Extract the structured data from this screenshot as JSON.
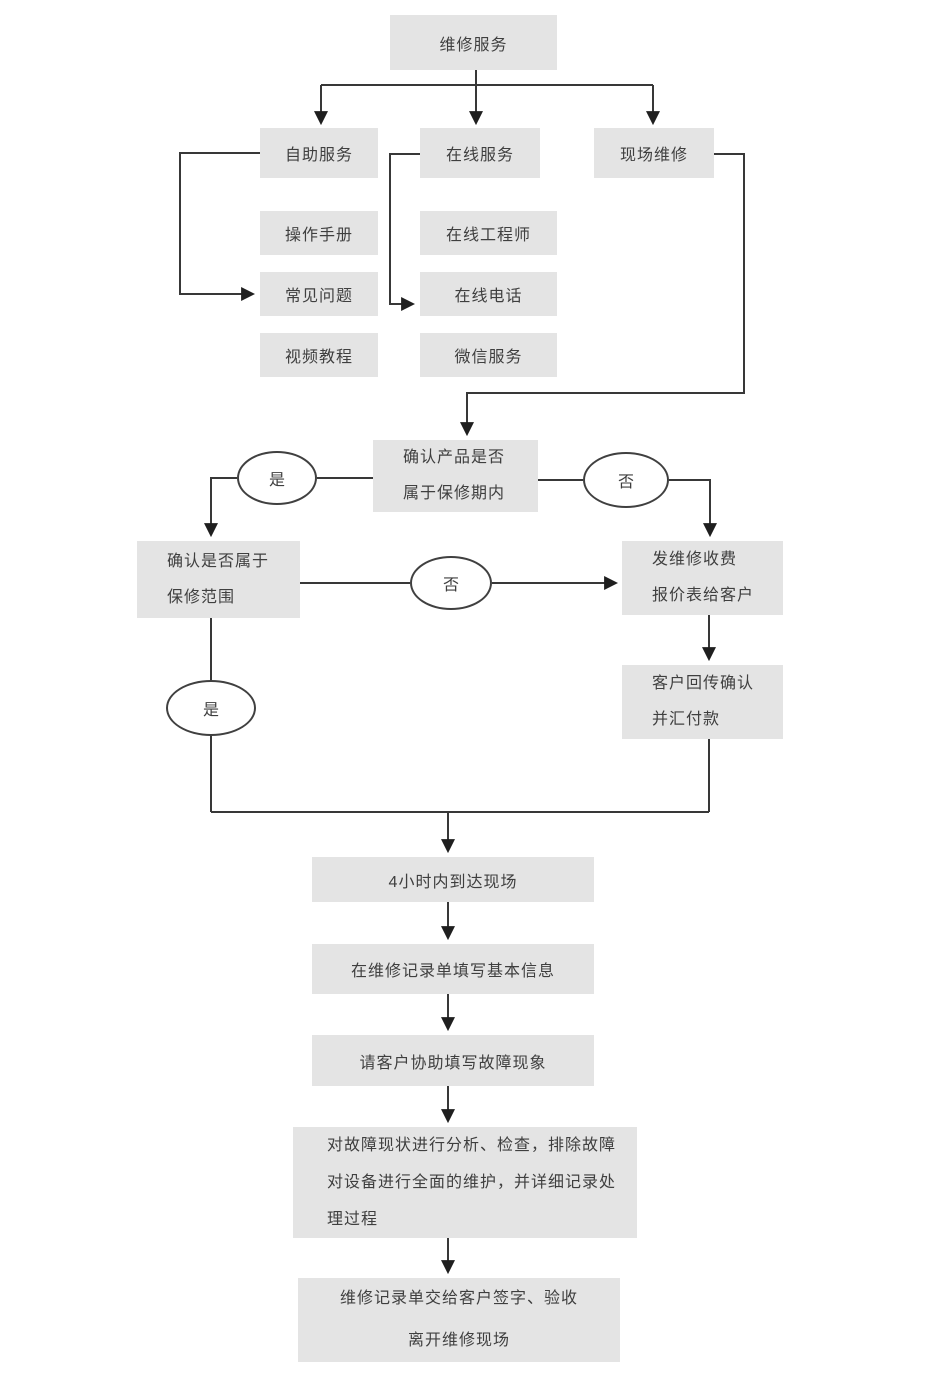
{
  "colors": {
    "node_fill": "#e4e4e4",
    "line": "#383838",
    "arrowhead": "#1f1f1f",
    "text": "#3f3f3f",
    "background": "#ffffff"
  },
  "nodes": {
    "root": {
      "label": "维修服务"
    },
    "self_service": {
      "label": "自助服务"
    },
    "online_service": {
      "label": "在线服务"
    },
    "onsite_repair": {
      "label": "现场维修"
    },
    "manual": {
      "label": "操作手册"
    },
    "faq": {
      "label": "常见问题"
    },
    "video": {
      "label": "视频教程"
    },
    "engineer": {
      "label": "在线工程师"
    },
    "phone": {
      "label": "在线电话"
    },
    "wechat": {
      "label": "微信服务"
    },
    "confirm_period": {
      "line1": "确认产品是否",
      "line2": "属于保修期内"
    },
    "confirm_scope": {
      "line1": "确认是否属于",
      "line2": "保修范围"
    },
    "quote": {
      "line1": "发维修收费",
      "line2": "报价表给客户"
    },
    "payment": {
      "line1": "客户回传确认",
      "line2": "并汇付款"
    },
    "arrive": {
      "label": "4小时内到达现场"
    },
    "record": {
      "label": "在维修记录单填写基本信息"
    },
    "assist": {
      "label": "请客户协助填写故障现象"
    },
    "analyze": {
      "line1": "对故障现状进行分析、检查，排除故障",
      "line2": "对设备进行全面的维护，并详细记录处",
      "line3": "理过程"
    },
    "signoff": {
      "line1": "维修记录单交给客户签字、验收",
      "line2": "离开维修现场"
    }
  },
  "decisions": {
    "yes1": {
      "label": "是"
    },
    "no1": {
      "label": "否"
    },
    "no2": {
      "label": "否"
    },
    "yes2": {
      "label": "是"
    }
  }
}
